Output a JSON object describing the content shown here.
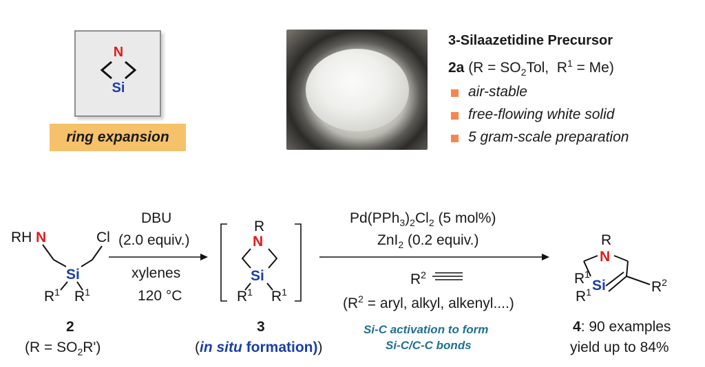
{
  "ring_card": {
    "atom_top": "N",
    "atom_bottom": "Si",
    "tag": "ring expansion"
  },
  "precursor": {
    "title": "3-Silaazetidine Precursor",
    "compound": "2a",
    "formula": "(R = SO2Tol, R1 = Me)",
    "features": [
      "air-stable",
      "free-flowing white solid",
      "5 gram-scale preparation"
    ]
  },
  "scheme": {
    "step1": {
      "reagent": "DBU",
      "equiv": "(2.0 equiv.)",
      "solvent": "xylenes",
      "temp": "120 °C"
    },
    "step2": {
      "catalyst": "Pd(PPh3)2Cl2 (5 mol%)",
      "additive": "ZnI2 (0.2 equiv.)",
      "alkyne": "R2",
      "scope": "(R2 = aryl, alkyl, alkenyl....)",
      "note_line1": "Si-C activation to form",
      "note_line2": "Si-C/C-C bonds"
    },
    "compound2": {
      "number": "2",
      "desc": "(R = SO2R')"
    },
    "compound3": {
      "number": "3",
      "desc_open": "(",
      "desc_italic": "in situ",
      "desc_rest": " formation)"
    },
    "compound4": {
      "number": "4",
      "examples": ": 90 examples",
      "yield": "yield up to 84%"
    }
  },
  "atoms": {
    "N": "N",
    "Si": "Si",
    "R": "R",
    "RH": "RH",
    "Cl": "Cl",
    "R1": "R",
    "sup1": "1",
    "R2": "R",
    "sup2": "2"
  }
}
